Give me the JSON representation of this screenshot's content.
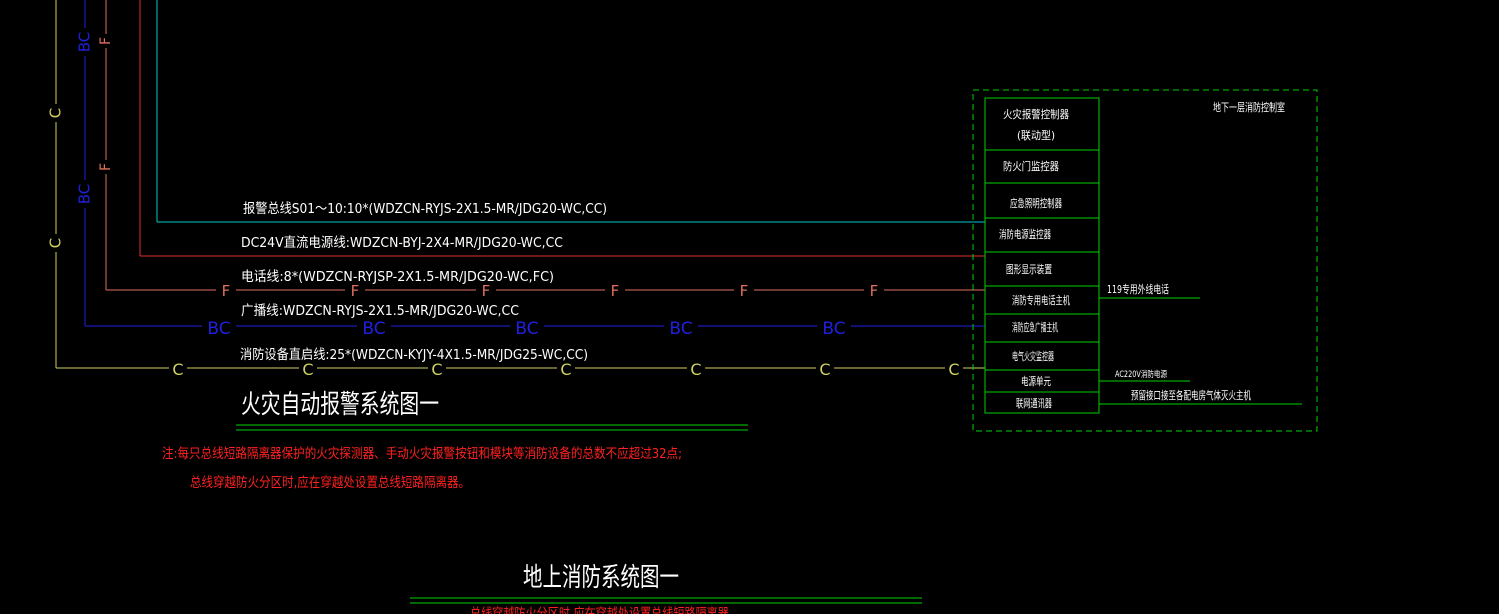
{
  "colors": {
    "background": "#000000",
    "alarm_bus": "#00c8c8",
    "dc24_power": "#e03030",
    "telephone": "#e07060",
    "broadcast": "#2020e0",
    "fire_control": "#d0d060",
    "text_white": "#ffffff",
    "note_red": "#ff2020",
    "green": "#00d000"
  },
  "bus_labels": {
    "alarm_bus": "报警总线S01～10:10*(WDZCN-RYJS-2X1.5-MR/JDG20-WC,CC)",
    "dc24_power": "DC24V直流电源线:WDZCN-BYJ-2X4-MR/JDG20-WC,CC",
    "telephone": "电话线:8*(WDZCN-RYJSP-2X1.5-MR/JDG20-WC,FC)",
    "broadcast": "广播线:WDZCN-RYJS-2X1.5-MR/JDG20-WC,CC",
    "fire_control": "消防设备直启线:25*(WDZCN-KYJY-4X1.5-MR/JDG25-WC,CC)"
  },
  "line_markers": {
    "telephone": "F",
    "broadcast": "BC",
    "fire_control": "C"
  },
  "titles": {
    "system1": "火灾自动报警系统图一",
    "system2": "地上消防系统图一"
  },
  "notes": {
    "line1": "注:每只总线短路隔离器保护的火灾探测器、手动火灾报警按钮和模块等消防设备的总数不应超过32点;",
    "line2": "总线穿越防火分区时,应在穿越处设置总线短路隔离器。",
    "line3": "总线穿越防火分区时,应在穿越处设置总线短路隔离器。"
  },
  "control_room": {
    "title": "地下一层消防控制室",
    "devices": [
      {
        "label": "火灾报警控制器",
        "sub": "(联动型)"
      },
      {
        "label": "防火门监控器",
        "sub": ""
      },
      {
        "label": "应急照明控制器",
        "sub": ""
      },
      {
        "label": "消防电源监控器",
        "sub": ""
      },
      {
        "label": "图形显示装置",
        "sub": ""
      },
      {
        "label": "消防专用电话主机",
        "sub": ""
      },
      {
        "label": "消防应急广播主机",
        "sub": ""
      },
      {
        "label": "电气火灾监控器",
        "sub": ""
      },
      {
        "label": "电源单元",
        "sub": ""
      },
      {
        "label": "联网通讯器",
        "sub": ""
      }
    ],
    "outside_labels": {
      "phone_119": "119专用外线电话",
      "ac220": "AC220V消防电源",
      "gas_extinguish": "预留接口接至各配电房气体灭火主机"
    }
  }
}
